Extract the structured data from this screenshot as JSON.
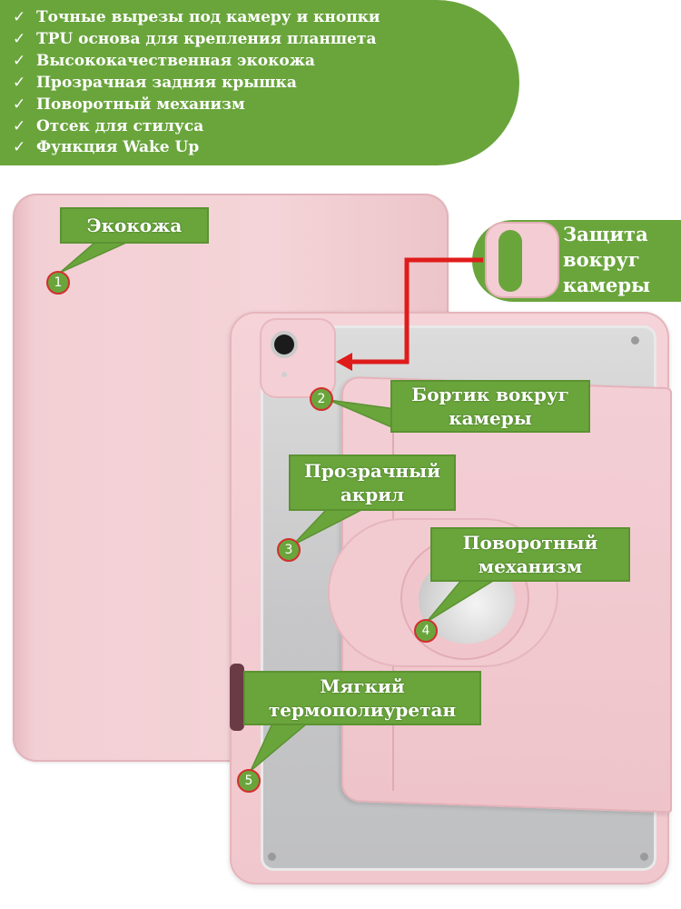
{
  "features": {
    "items": [
      "Точные вырезы под камеру и кнопки",
      "TPU основа для крепления планшета",
      "Высококачественная экокожа",
      "Прозрачная задняя крышка",
      "Поворотный механизм",
      "Отсек для стилуса",
      "Функция Wake Up"
    ]
  },
  "callouts": {
    "ecoleather": {
      "text": "Экокожа",
      "number": "1"
    },
    "camera_rim": {
      "text": "Бортик вокруг камеры",
      "number": "2"
    },
    "acrylic": {
      "text": "Прозрачный акрил",
      "number": "3"
    },
    "rotation": {
      "text": "Поворотный механизм",
      "number": "4"
    },
    "tpu": {
      "text": "Мягкий термополиуретан",
      "number": "5"
    }
  },
  "camera_protection": {
    "text": "Защита вокруг камеры"
  },
  "colors": {
    "accent_green": "#6aa53c",
    "marker_border": "#d32f2f",
    "arrow_red": "#e01b1b",
    "case_pink": "#f3cfd5"
  }
}
